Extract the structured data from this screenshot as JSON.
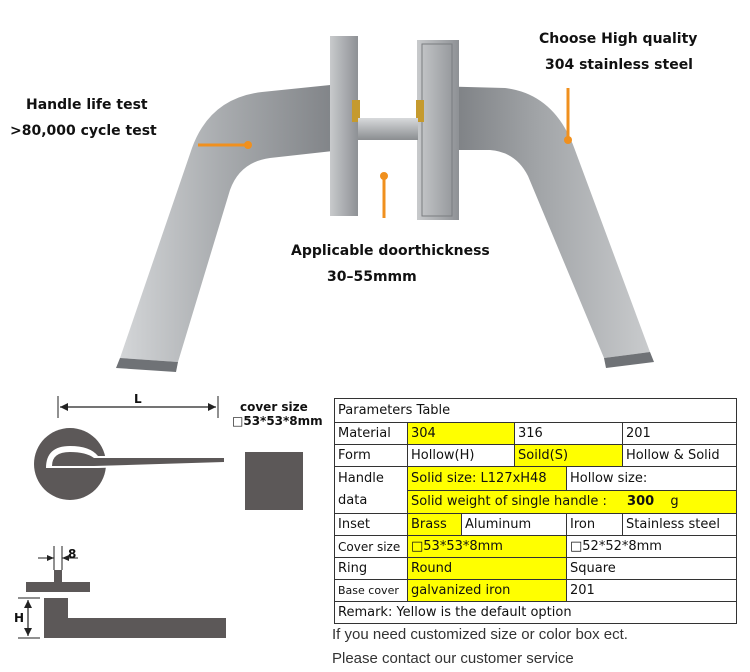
{
  "callouts": {
    "life_line1": "Handle life test",
    "life_line2": ">80,000 cycle test",
    "quality_line1": "Choose High quality",
    "quality_line2": "304 stainless steel",
    "thickness_line1": "Applicable doorthickness",
    "thickness_line2": "30–55mmm"
  },
  "drawing": {
    "length_label": "L",
    "width_label": "8",
    "height_label": "H",
    "cover_title": "cover size",
    "cover_value": "□53*53*8mm"
  },
  "table": {
    "title": "Parameters Table",
    "material_label": "Material",
    "material_304": "304",
    "material_316": "316",
    "material_201": "201",
    "form_label": "Form",
    "form_hollow": "Hollow(H)",
    "form_solid": "Soild(S)",
    "form_both": "Hollow & Solid",
    "handle_label_1": "Handle",
    "handle_label_2": "data",
    "solid_size": "Solid size: L127xH48",
    "hollow_size": "Hollow size:",
    "solid_weight": "Solid weight of single handle :",
    "solid_weight_value": "300",
    "solid_weight_unit": "g",
    "inset_label": "Inset",
    "inset_brass": "Brass",
    "inset_aluminum": "Aluminum",
    "inset_iron": "Iron",
    "inset_stainless": "Stainless steel",
    "cover_label": "Cover size",
    "cover_53": "□53*53*8mm",
    "cover_52": "□52*52*8mm",
    "ring_label": "Ring",
    "ring_round": "Round",
    "ring_square": "Square",
    "base_label": "Base cover",
    "base_galv": "galvanized iron",
    "base_201": "201",
    "remark": "Remark: Yellow is the default option"
  },
  "footer": {
    "line1": "If you need customized size or color box ect.",
    "line2": "Please contact our customer service"
  },
  "colors": {
    "highlight": "#ffff00",
    "accent_orange": "#f0901e",
    "steel": "#b9bcbf",
    "drawing_gray": "#5c5858"
  }
}
